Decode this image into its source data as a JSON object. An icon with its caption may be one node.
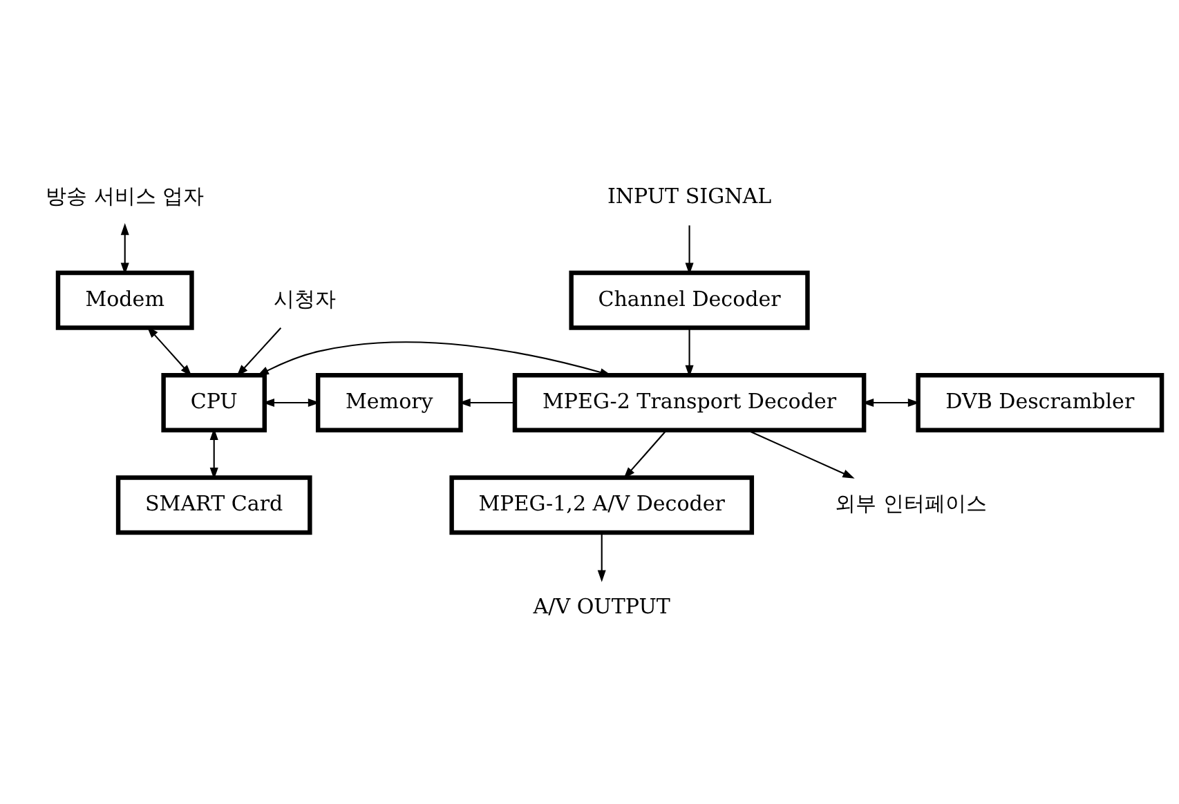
{
  "diagram": {
    "nodes": [
      {
        "text": [
          "INPUT SIGNAL"
        ]
      },
      {
        "text": [
          "방송 서비스 업자"
        ]
      },
      {
        "text": [
          "Modem"
        ]
      },
      {
        "text": [
          "시청자"
        ]
      },
      {
        "text": [
          "Channel Decoder"
        ]
      },
      {
        "text": [
          "CPU"
        ]
      },
      {
        "text": [
          "MPEG-2 Transport Decoder"
        ]
      },
      {
        "text": [
          "외부 인터페이스"
        ]
      },
      {
        "text": [
          "Memory"
        ]
      },
      {
        "text": [
          "DVB Descrambler"
        ]
      },
      {
        "text": [
          "SMART Card"
        ]
      },
      {
        "text": [
          "MPEG-1,2 A/V Decoder"
        ]
      },
      {
        "text": [
          "A/V OUTPUT"
        ]
      }
    ],
    "edges": [
      {
        "from": 0,
        "to": 4,
        "arrow": "to"
      },
      {
        "from": 1,
        "to": 2,
        "arrow": "both"
      },
      {
        "from": 2,
        "to": 5,
        "arrow": "both"
      },
      {
        "from": 3,
        "to": 5,
        "arrow": "to"
      },
      {
        "from": 4,
        "to": 6,
        "arrow": "to"
      },
      {
        "from": 5,
        "to": 6,
        "arrow": "both"
      },
      {
        "from": 6,
        "to": 7,
        "arrow": "to"
      },
      {
        "from": 5,
        "to": 8,
        "arrow": "both"
      },
      {
        "from": 6,
        "to": 8,
        "arrow": "to"
      },
      {
        "from": 6,
        "to": 9,
        "arrow": "both"
      },
      {
        "from": 5,
        "to": 10,
        "arrow": "both"
      },
      {
        "from": 6,
        "to": 11,
        "arrow": "to"
      },
      {
        "from": 11,
        "to": 12,
        "arrow": "to"
      }
    ]
  }
}
